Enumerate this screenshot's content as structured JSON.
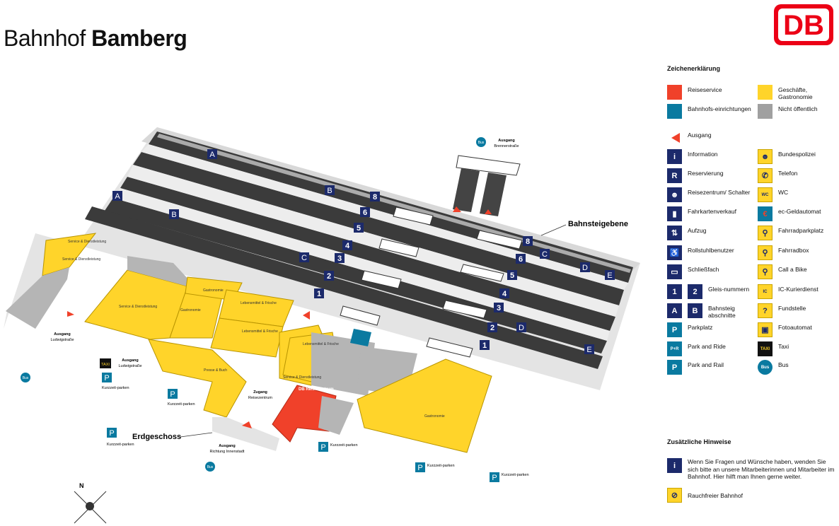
{
  "header": {
    "title_prefix": "Bahnhof",
    "title_name": "Bamberg",
    "logo_text": "DB"
  },
  "map": {
    "level_label": "Bahnsteigebene",
    "ground_label": "Erdgeschoss",
    "exits": {
      "ludwig_top": "Ausgang",
      "ludwig_top_street": "Ludwigstraße",
      "ludwig_taxi": "Ausgang",
      "ludwig_taxi_street": "Ludwigstraße",
      "brenner": "Ausgang",
      "brenner_street": "Brennerstraße",
      "innenstadt": "Ausgang",
      "innenstadt_street": "Richtung Innenstadt"
    },
    "zugang": "Zugang",
    "zugang_sub": "Reisezentrum",
    "reisezentrum": "DB Reisezentrum",
    "shops": {
      "service1": "Service & Dienstleistung",
      "service2": "Service & Dienstleistung",
      "service_big": "Service & Dienstleistung",
      "gastro_small": "Gastronomie",
      "gastro_mid": "Gastronomie",
      "lebensmittel1": "Lebensmittel & Frische",
      "lebensmittel2": "Lebensmittel & Frische",
      "lebensmittel3": "Lebensmittel & Frische",
      "presse": "Presse & Buch",
      "service3": "Service & Dienstleistung",
      "gastro_big": "Gastronomie"
    },
    "parking": [
      "Kurzzeit-parken",
      "Kurzzeit-parken",
      "Kurzzeit-parken",
      "Kurzzeit-parken",
      "Kurzzeit-parken",
      "Kurzzeit-parken"
    ],
    "bus": "Bus",
    "taxi": "TAXI",
    "tracks": [
      "1",
      "2",
      "3",
      "4",
      "5",
      "6",
      "8"
    ],
    "sections": [
      "A",
      "B",
      "C",
      "D",
      "E"
    ],
    "compass": "N"
  },
  "legend": {
    "title": "Zeichenerklärung",
    "reiseservice": "Reiseservice",
    "bahnhofseinrichtungen": "Bahnhofs-einrichtungen",
    "geschaefte": "Geschäfte, Gastronomie",
    "nicht_oeffentlich": "Nicht öffentlich",
    "ausgang": "Ausgang",
    "information": "Information",
    "reservierung": "Reservierung",
    "reisezentrum": "Reisezentrum/ Schalter",
    "fahrkartenverkauf": "Fahrkartenverkauf",
    "aufzug": "Aufzug",
    "rollstuhl": "Rollstuhlbenutzer",
    "schliessfach": "Schließfach",
    "gleisnummern": "Gleis-nummern",
    "abschnitte": "Bahnsteig abschnitte",
    "parkplatz": "Parkplatz",
    "park_ride": "Park and Ride",
    "park_rail": "Park and Rail",
    "bundespolizei": "Bundespolizei",
    "telefon": "Telefon",
    "wc": "WC",
    "geldautomat": "ec-Geldautomat",
    "fahrradparkplatz": "Fahrradparkplatz",
    "fahrradbox": "Fahrradbox",
    "call_a_bike": "Call a Bike",
    "kurierdienst": "IC-Kurierdienst",
    "fundstelle": "Fundstelle",
    "fotoautomat": "Fotoautomat",
    "taxi": "Taxi",
    "bus": "Bus",
    "colors": {
      "reiseservice": "#f0412a",
      "bahnhof": "#0a7aa0",
      "geschaefte": "#ffd42a",
      "nicht": "#a0a0a0",
      "navy": "#1c2a6b"
    }
  },
  "hints": {
    "title": "Zusätzliche Hinweise",
    "info_text": "Wenn Sie Fragen und Wünsche haben, wenden Sie sich bitte an unsere Mitarbeiterinnen und Mitarbeiter im Bahnhof. Hier hilft man Ihnen gerne weiter.",
    "rauchfrei": "Rauchfreier Bahnhof"
  }
}
